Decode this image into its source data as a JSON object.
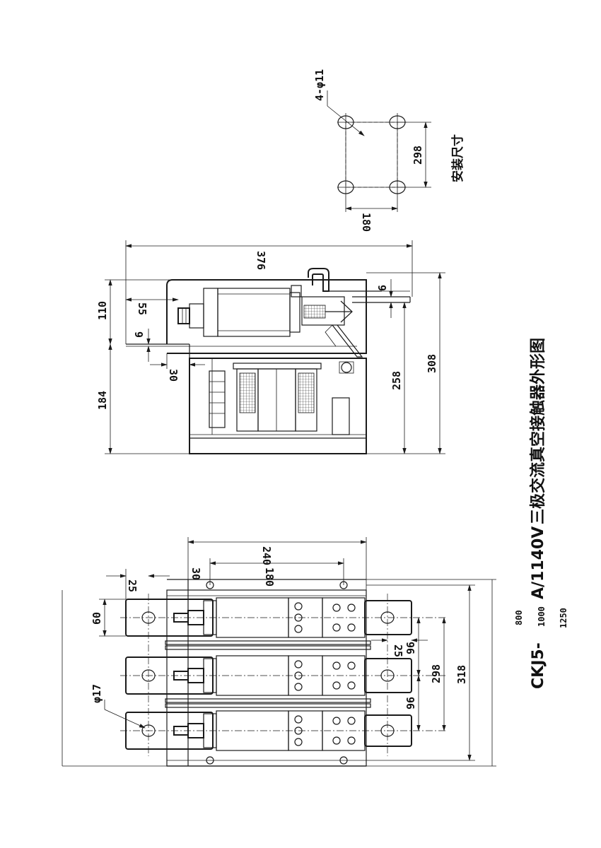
{
  "title": {
    "model": "CKJ5-",
    "currents": [
      "800",
      "1000",
      "1250"
    ],
    "rating": "A/1140V",
    "name": "三极交流真空接触器外形图"
  },
  "mounting": {
    "caption": "安装尺寸",
    "holes": "4-φ11",
    "dim_180": "180",
    "dim_298": "298"
  },
  "side_view": {
    "dim_376": "376",
    "dim_110": "110",
    "dim_55": "55",
    "dim_6_left": "6",
    "dim_6_right": "6",
    "dim_30": "30",
    "dim_184": "184",
    "dim_258": "258",
    "dim_308": "308"
  },
  "top_view": {
    "dim_240": "240",
    "dim_180": "180",
    "dim_30": "30",
    "dim_25_top": "25",
    "dim_60": "60",
    "dim_phi17": "φ17",
    "dim_25_side": "25",
    "dim_96_a": "96",
    "dim_96_b": "96",
    "dim_298": "298",
    "dim_318": "318"
  }
}
